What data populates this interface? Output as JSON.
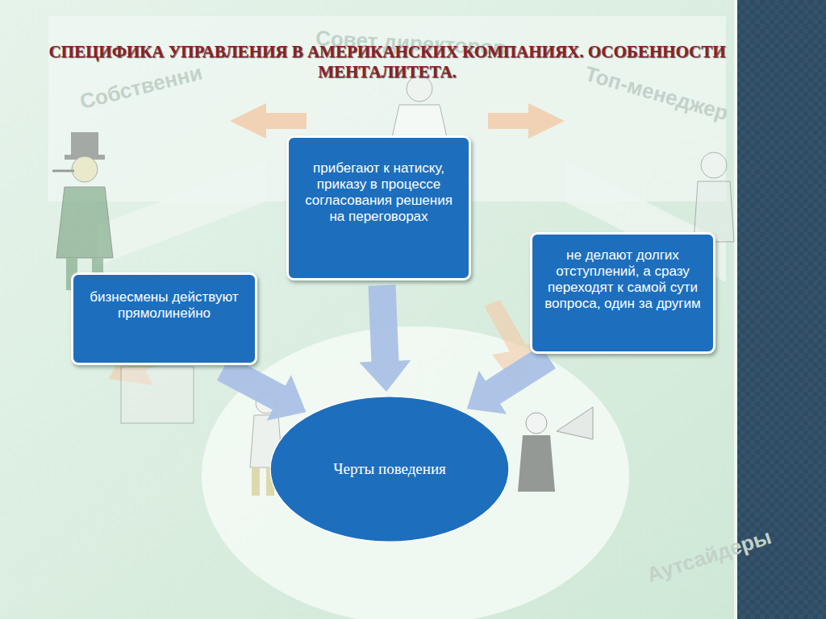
{
  "diagram": {
    "title": "СПЕЦИФИКА УПРАВЛЕНИЯ В АМЕРИКАНСКИХ КОМПАНИЯХ. ОСОБЕННОСТИ МЕНТАЛИТЕТА.",
    "nodes": [
      {
        "text": [
          "прибегают к натиску, приказу в процессе согласования решения на переговорах"
        ]
      },
      {
        "text": [
          "не делают долгих отступлений, а сразу переходят к самой сути вопроса, один за другим"
        ]
      },
      {
        "text": [
          "бизнесмены действуют прямолинейно"
        ]
      },
      {
        "text": [
          "Черты поведения"
        ]
      }
    ],
    "edges": [
      {
        "from": 0,
        "to": 3,
        "arrow": "to"
      },
      {
        "from": 1,
        "to": 3,
        "arrow": "to"
      },
      {
        "from": 2,
        "to": 3,
        "arrow": "to"
      }
    ],
    "labels": [
      "Совет директоров",
      "Собственни",
      "Топ-менеджер",
      "Аутсайдеры"
    ]
  }
}
